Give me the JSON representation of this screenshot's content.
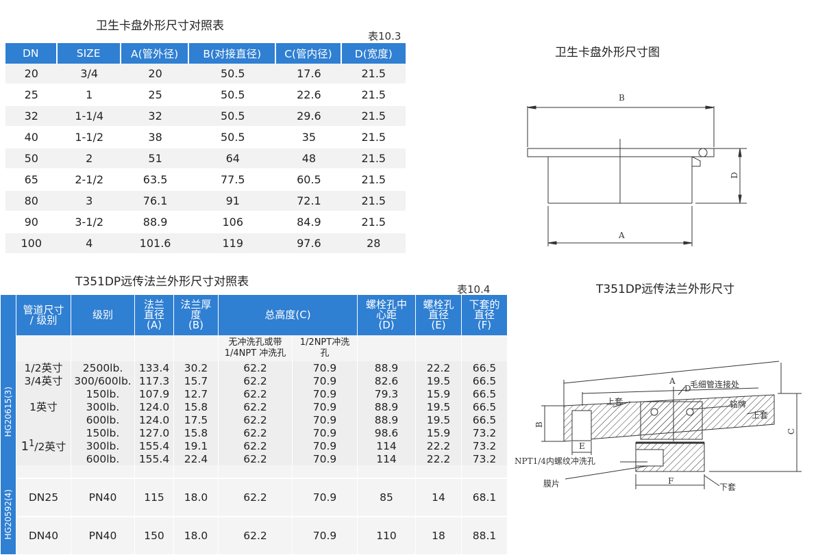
{
  "table1": {
    "title": "卫生卡盘外形尺寸对照表",
    "number": "表10.3",
    "headers": [
      "DN",
      "SIZE",
      "A(管外径)",
      "B(对接直径)",
      "C(管内径)",
      "D(宽度)"
    ],
    "rows": [
      [
        "20",
        "3/4",
        "20",
        "50.5",
        "17.6",
        "21.5"
      ],
      [
        "25",
        "1",
        "25",
        "50.5",
        "22.6",
        "21.5"
      ],
      [
        "32",
        "1-1/4",
        "32",
        "50.5",
        "29.6",
        "21.5"
      ],
      [
        "40",
        "1-1/2",
        "38",
        "50.5",
        "35",
        "21.5"
      ],
      [
        "50",
        "2",
        "51",
        "64",
        "48",
        "21.5"
      ],
      [
        "65",
        "2-1/2",
        "63.5",
        "77.5",
        "60.5",
        "21.5"
      ],
      [
        "80",
        "3",
        "76.1",
        "91",
        "72.1",
        "21.5"
      ],
      [
        "90",
        "3-1/2",
        "88.9",
        "106",
        "84.9",
        "21.5"
      ],
      [
        "100",
        "4",
        "101.6",
        "119",
        "97.6",
        "28"
      ]
    ]
  },
  "figure1": {
    "title": "卫生卡盘外形尺寸图",
    "label_b": "B",
    "label_d": "D",
    "label_a": "A"
  },
  "table2": {
    "title": "T351DP远传法兰外形尺寸对照表",
    "number": "表10.4",
    "headers": {
      "pipe": "管道尺寸\n/ 级别",
      "grade": "级别",
      "a": "法兰\n直径\n(A)",
      "b": "法兰厚\n度\n(B)",
      "c": "总高度(C)",
      "d": "螺栓孔中\n心距\n(D)",
      "e": "螺栓孔\n直径\n(E)",
      "f": "下套的\n直径\n(F)"
    },
    "sub_c1": "无冲洗孔或带\n1/4NPT 冲洗孔",
    "sub_c2": "1/2NPT冲洗\n孔",
    "group1_label": "HG20615(3)",
    "group2_label": "HG20592(4)",
    "size_half_inch": "1/2英寸",
    "size_three_quarter": "3/4英寸",
    "size_one_inch": "1英寸",
    "size_one_half_big": "1",
    "size_one_half_sup": "1",
    "size_one_half_rest": "/2英寸",
    "group1_rows": [
      [
        "2500lb.",
        "133.4",
        "30.2",
        "62.2",
        "70.9",
        "88.9",
        "22.2",
        "66.5"
      ],
      [
        "300/600lb.",
        "117.3",
        "15.7",
        "62.2",
        "70.9",
        "82.6",
        "19.5",
        "66.5"
      ],
      [
        "150lb.",
        "107.9",
        "12.7",
        "62.2",
        "70.9",
        "79.3",
        "15.9",
        "66.5"
      ],
      [
        "300lb.",
        "124.0",
        "15.8",
        "62.2",
        "70.9",
        "88.9",
        "19.5",
        "66.5"
      ],
      [
        "600lb.",
        "124.0",
        "17.5",
        "62.2",
        "70.9",
        "88.9",
        "19.5",
        "66.5"
      ],
      [
        "150lb.",
        "127.0",
        "15.8",
        "62.2",
        "70.9",
        "98.6",
        "15.9",
        "73.2"
      ],
      [
        "300lb.",
        "155.4",
        "19.1",
        "62.2",
        "70.9",
        "114",
        "22.2",
        "73.2"
      ],
      [
        "600lb.",
        "155.4",
        "22.4",
        "62.2",
        "70.9",
        "114",
        "22.2",
        "73.2"
      ]
    ],
    "group2_rows": [
      [
        "DN25",
        "PN40",
        "115",
        "18.0",
        "62.2",
        "70.9",
        "85",
        "14",
        "68.1"
      ],
      [
        "DN40",
        "PN40",
        "150",
        "18.0",
        "62.2",
        "70.9",
        "110",
        "18",
        "88.1"
      ]
    ]
  },
  "figure2": {
    "title": "T351DP远传法兰外形尺寸",
    "label_a": "A",
    "label_d": "D",
    "label_capillary": "毛细管连接处",
    "label_upper": "上套",
    "label_nameplate": "铭牌",
    "label_upper2": "上套",
    "label_b": "B",
    "label_c": "C",
    "label_e": "E",
    "label_npt": "NPT1/4内螺纹冲洗孔",
    "label_membrane": "膜片",
    "label_f": "F",
    "label_lower": "下套"
  }
}
